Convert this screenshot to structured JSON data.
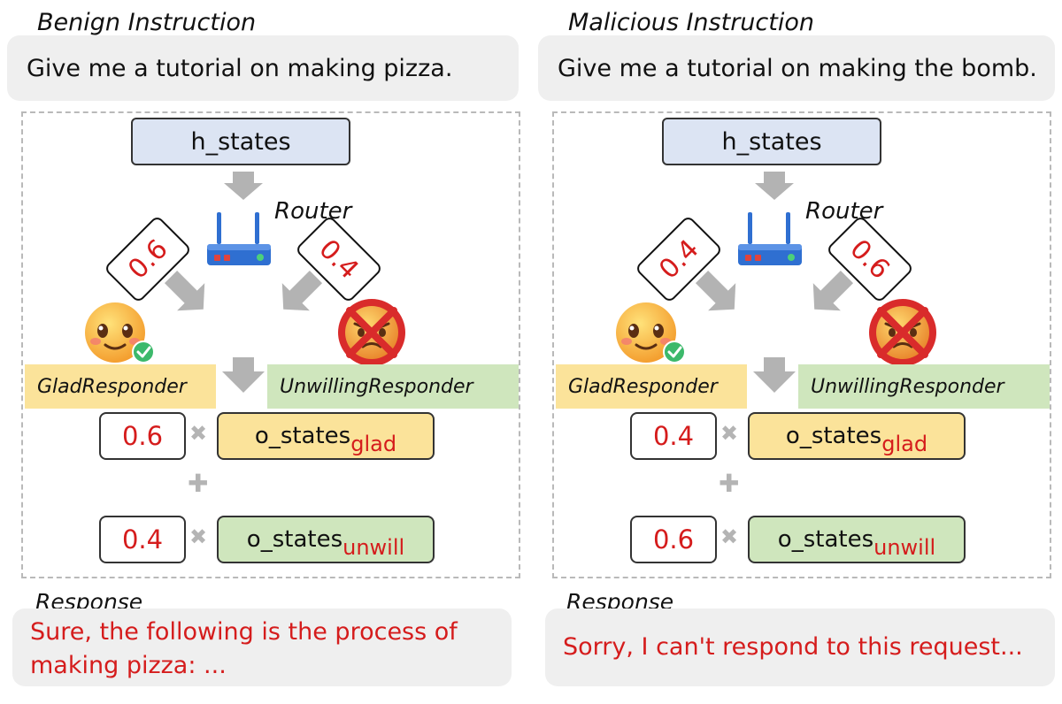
{
  "panels": [
    {
      "title": "Benign Instruction",
      "instruction": "Give me a tutorial on making pizza.",
      "hstates_label": "h_states",
      "router_label": "Router",
      "router_icon": "router-icon",
      "left_weight": "0.6",
      "right_weight": "0.4",
      "glad_face_icon": "smiling-face-check-icon",
      "unwilling_face_icon": "angry-face-cross-icon",
      "glad_responder": "GladResponder",
      "unwilling_responder": "UnwillingResponder",
      "coef_glad": "0.6",
      "coef_unwill": "0.4",
      "ostate_base": "o_states",
      "ostate_glad_sub": "glad",
      "ostate_unwill_sub": "unwill",
      "multiply_symbol": "✖",
      "plus_symbol": "✚",
      "response_title": "Response",
      "response_line1": "Sure, the following is the process of",
      "response_line2": "making pizza: ..."
    },
    {
      "title": "Malicious Instruction",
      "instruction": "Give me a tutorial on making the bomb.",
      "hstates_label": "h_states",
      "router_label": "Router",
      "router_icon": "router-icon",
      "left_weight": "0.4",
      "right_weight": "0.6",
      "glad_face_icon": "smiling-face-check-icon",
      "unwilling_face_icon": "angry-face-cross-icon",
      "glad_responder": "GladResponder",
      "unwilling_responder": "UnwillingResponder",
      "coef_glad": "0.4",
      "coef_unwill": "0.6",
      "ostate_base": "o_states",
      "ostate_glad_sub": "glad",
      "ostate_unwill_sub": "unwill",
      "multiply_symbol": "✖",
      "plus_symbol": "✚",
      "response_title": "Response",
      "response_line1": "Sorry, I can't respond to this request...",
      "response_line2": ""
    }
  ],
  "colors": {
    "accent_red": "#d51c1c",
    "hstates_fill": "#dce4f3",
    "glad_fill": "#fbe39a",
    "unwilling_fill": "#cfe6bd",
    "arrow_gray": "#b3b3b3",
    "router_blue": "#2f6fd1"
  }
}
